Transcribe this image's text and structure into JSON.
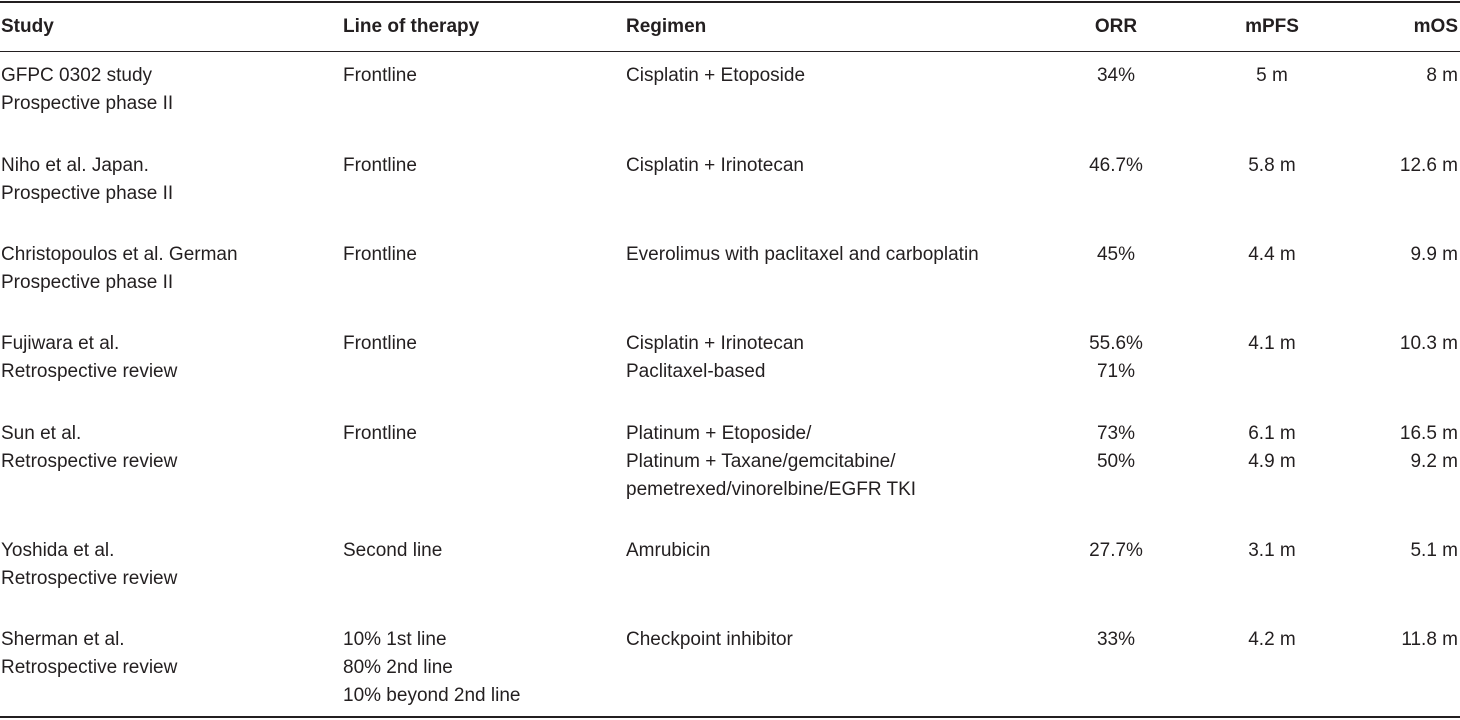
{
  "table": {
    "headers": {
      "study": "Study",
      "line": "Line of therapy",
      "regimen": "Regimen",
      "orr": "ORR",
      "mpfs": "mPFS",
      "mos": "mOS"
    },
    "rows": [
      {
        "study": [
          "GFPC 0302 study",
          "Prospective phase II"
        ],
        "line": [
          "Frontline"
        ],
        "regimen": [
          "Cisplatin + Etoposide"
        ],
        "orr": [
          "34%"
        ],
        "mpfs": [
          "5 m"
        ],
        "mos": [
          "8 m"
        ]
      },
      {
        "study": [
          "Niho et al. Japan.",
          "Prospective phase II"
        ],
        "line": [
          "Frontline"
        ],
        "regimen": [
          "Cisplatin + Irinotecan"
        ],
        "orr": [
          "46.7%"
        ],
        "mpfs": [
          "5.8 m"
        ],
        "mos": [
          "12.6 m"
        ]
      },
      {
        "study": [
          "Christopoulos et al. German",
          "Prospective phase II"
        ],
        "line": [
          "Frontline"
        ],
        "regimen": [
          "Everolimus with paclitaxel and carboplatin"
        ],
        "orr": [
          "45%"
        ],
        "mpfs": [
          "4.4 m"
        ],
        "mos": [
          "9.9 m"
        ]
      },
      {
        "study": [
          "Fujiwara et al.",
          "Retrospective review"
        ],
        "line": [
          "Frontline"
        ],
        "regimen": [
          "Cisplatin + Irinotecan",
          "Paclitaxel-based"
        ],
        "orr": [
          "55.6%",
          "71%"
        ],
        "mpfs": [
          "4.1 m"
        ],
        "mos": [
          "10.3 m"
        ]
      },
      {
        "study": [
          "Sun et al.",
          "Retrospective review"
        ],
        "line": [
          "Frontline"
        ],
        "regimen": [
          "Platinum + Etoposide/",
          "Platinum + Taxane/gemcitabine/",
          "pemetrexed/vinorelbine/EGFR TKI"
        ],
        "orr": [
          "73%",
          "50%"
        ],
        "mpfs": [
          "6.1 m",
          "4.9 m"
        ],
        "mos": [
          "16.5 m",
          "9.2 m"
        ]
      },
      {
        "study": [
          "Yoshida et al.",
          "Retrospective review"
        ],
        "line": [
          "Second line"
        ],
        "regimen": [
          "Amrubicin"
        ],
        "orr": [
          "27.7%"
        ],
        "mpfs": [
          "3.1 m"
        ],
        "mos": [
          "5.1 m"
        ]
      },
      {
        "study": [
          "Sherman et al.",
          "Retrospective review"
        ],
        "line": [
          "10% 1st line",
          "80% 2nd line",
          "10% beyond 2nd line"
        ],
        "regimen": [
          "Checkpoint inhibitor"
        ],
        "orr": [
          "33%"
        ],
        "mpfs": [
          "4.2 m"
        ],
        "mos": [
          "11.8 m"
        ]
      }
    ]
  }
}
